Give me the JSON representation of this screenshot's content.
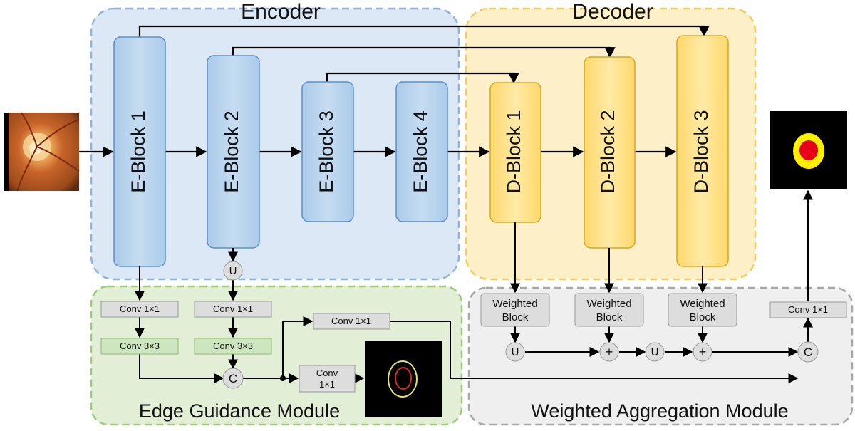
{
  "regions": {
    "encoder": "Encoder",
    "decoder": "Decoder",
    "edge_module": "Edge Guidance Module",
    "aggregation_module": "Weighted Aggregation Module"
  },
  "encoder_blocks": [
    "E-Block 1",
    "E-Block 2",
    "E-Block 3",
    "E-Block 4"
  ],
  "decoder_blocks": [
    "D-Block 1",
    "D-Block 2",
    "D-Block 3"
  ],
  "edge_ops": {
    "conv1x1": "Conv 1×1",
    "conv3x3": "Conv 3×3",
    "upsample": "U",
    "concat": "C",
    "conv_line1": "Conv",
    "conv_line2": "1×1"
  },
  "aggregation_ops": {
    "weighted_line1": "Weighted",
    "weighted_line2": "Block",
    "upsample": "U",
    "add": "+",
    "concat": "C",
    "conv1x1": "Conv 1×1"
  },
  "colors": {
    "encoder_bg": "#dce8f5",
    "encoder_border": "#8fb4dc",
    "encoder_block": "#bcd6ee",
    "encoder_block_border": "#5b8fc7",
    "decoder_bg": "#fdf0c9",
    "decoder_border": "#f2cd5c",
    "decoder_block": "#ffe591",
    "decoder_block_border": "#d9a520",
    "edge_bg": "#e2efd6",
    "edge_border": "#9ccb7c",
    "agg_bg": "#efefef",
    "agg_border": "#a8a8a8",
    "conv3x3_fill": "#cde6bf",
    "op_fill": "#dddddd"
  }
}
